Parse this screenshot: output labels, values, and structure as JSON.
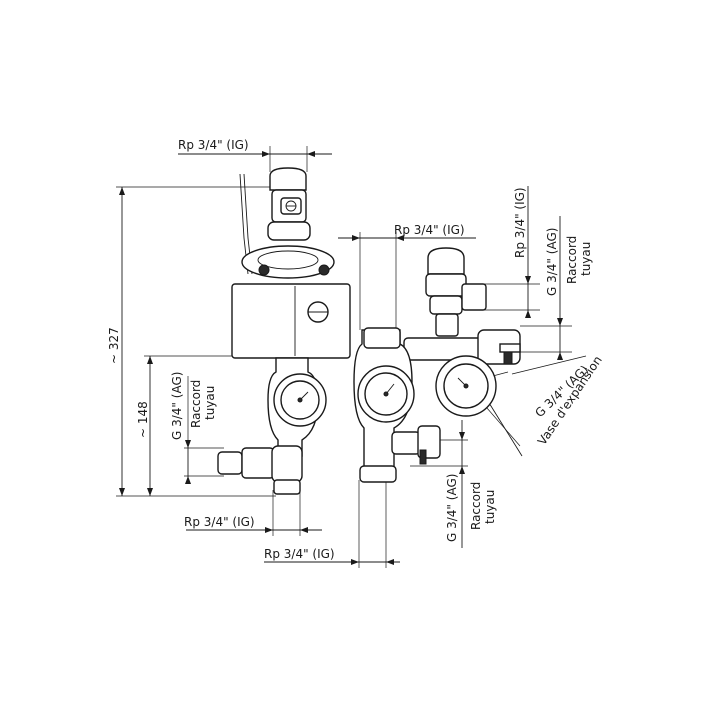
{
  "dimensions": {
    "height_total": "~ 327",
    "height_pipes": "~ 148",
    "top_connection": "Rp 3/4\" (IG)",
    "middle_connection": "Rp 3/4\" (IG)",
    "bottom_left_connection": "Rp 3/4\" (IG)",
    "bottom_right_connection": "Rp 3/4\" (IG)",
    "right_top_connection": "Rp 3/4\" (IG)"
  },
  "labels": {
    "left_pipe_thread": "G 3/4\" (AG)",
    "left_pipe_name_1": "Raccord",
    "left_pipe_name_2": "tuyau",
    "right_pipe_thread": "G 3/4\" (AG)",
    "right_pipe_name_1": "Raccord",
    "right_pipe_name_2": "tuyau",
    "bottom_pipe_thread": "G 3/4\" (AG)",
    "bottom_pipe_name_1": "Raccord",
    "bottom_pipe_name_2": "tuyau",
    "expansion_thread": "G 3/4\" (AG)",
    "expansion_name": "Vase d'expansion"
  }
}
